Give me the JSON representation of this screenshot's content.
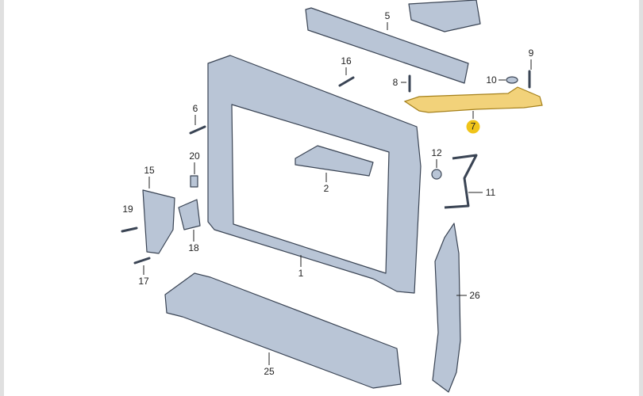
{
  "colors": {
    "part_fill": "#b9c5d6",
    "part_stroke": "#3a4454",
    "highlight_fill": "#f2d27a",
    "highlight_badge": "#f0c419"
  },
  "callouts": [
    {
      "id": "1",
      "part": "lock-carrier-frame"
    },
    {
      "id": "2",
      "part": "air-guide"
    },
    {
      "id": "5",
      "part": "upper-trim"
    },
    {
      "id": "6",
      "part": "bolt"
    },
    {
      "id": "7",
      "part": "support-rail",
      "highlighted": true
    },
    {
      "id": "8",
      "part": "bolt"
    },
    {
      "id": "9",
      "part": "bolt"
    },
    {
      "id": "10",
      "part": "grommet"
    },
    {
      "id": "11",
      "part": "bracket"
    },
    {
      "id": "12",
      "part": "nut"
    },
    {
      "id": "15",
      "part": "side-bracket"
    },
    {
      "id": "16",
      "part": "bolt"
    },
    {
      "id": "17",
      "part": "bolt"
    },
    {
      "id": "18",
      "part": "holder"
    },
    {
      "id": "19",
      "part": "bolt"
    },
    {
      "id": "20",
      "part": "clip"
    },
    {
      "id": "25",
      "part": "bumper-beam"
    },
    {
      "id": "26",
      "part": "air-duct"
    }
  ]
}
